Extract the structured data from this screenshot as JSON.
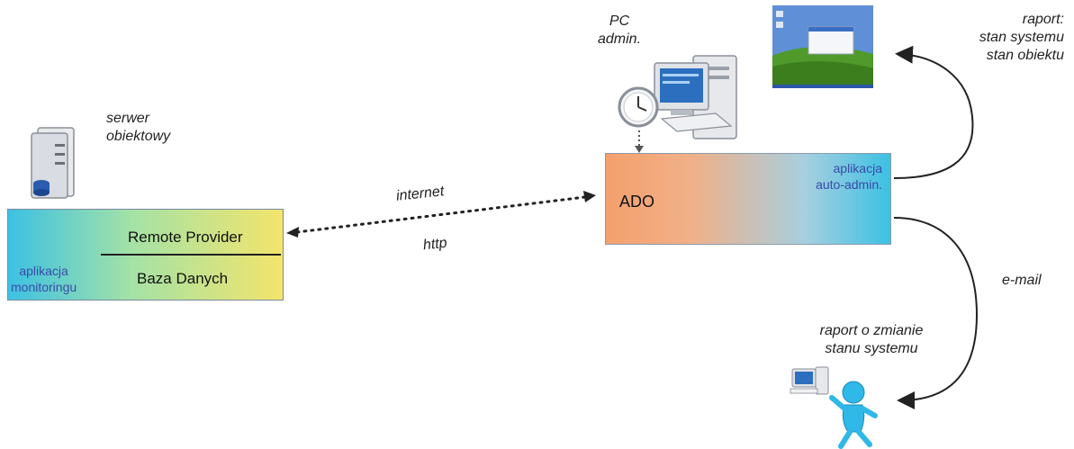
{
  "server": {
    "caption_line1": "serwer",
    "caption_line2": "obiektowy",
    "icon": "server-icon"
  },
  "remote_box": {
    "provider_label": "Remote Provider",
    "database_label": "Baza Danych",
    "app_line1": "aplikacja",
    "app_line2": "monitoringu"
  },
  "connection": {
    "top_label": "internet",
    "bottom_label": "http"
  },
  "pc_admin": {
    "caption_line1": "PC",
    "caption_line2": "admin.",
    "icon": "computer-icon",
    "clock_icon": "clock-icon"
  },
  "ado_box": {
    "title": "ADO",
    "app_line1": "aplikacja",
    "app_line2": "auto-admin."
  },
  "report_top": {
    "line1": "raport:",
    "line2": "stan systemu",
    "line3": "stan obiektu",
    "icon": "desktop-screenshot-icon"
  },
  "email": {
    "label": "e-mail"
  },
  "report_bottom": {
    "line1": "raport o zmianie",
    "line2": "stanu systemu",
    "icon": "user-with-computer-icon"
  },
  "colors": {
    "arrow": "#222222",
    "remote_gradient_start": "#3cc1e3",
    "remote_gradient_end": "#f4e46b",
    "ado_gradient_start": "#f4a06d",
    "ado_gradient_end": "#3cc1e3",
    "app_label": "#3a4aa8"
  }
}
